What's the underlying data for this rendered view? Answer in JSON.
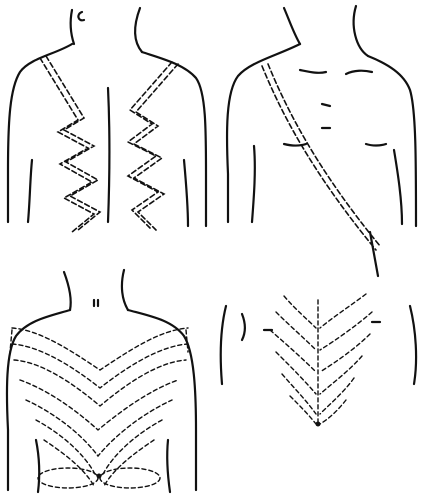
{
  "figure": {
    "panels": [
      {
        "id": "back-zigzag"
      },
      {
        "id": "chest-diagonal"
      },
      {
        "id": "chest-v-lines"
      },
      {
        "id": "abdomen-herringbone"
      }
    ],
    "colors": {
      "ink": "#111111",
      "background": "#ffffff"
    }
  }
}
